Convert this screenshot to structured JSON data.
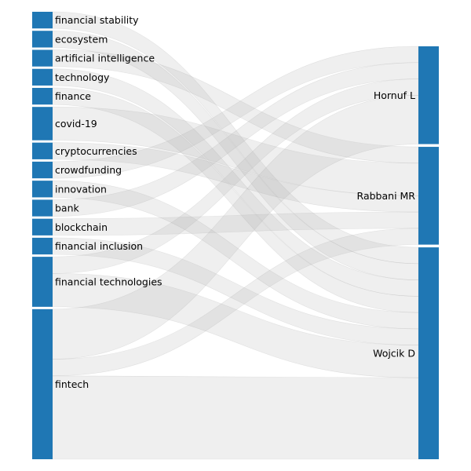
{
  "chart_data": {
    "type": "sankey",
    "node_color": "#1f77b4",
    "link_color": "#a9a9a9",
    "left_nodes": [
      {
        "label": "financial stability",
        "value": 1
      },
      {
        "label": "ecosystem",
        "value": 1
      },
      {
        "label": "artificial intelligence",
        "value": 1
      },
      {
        "label": "technology",
        "value": 1
      },
      {
        "label": "finance",
        "value": 1
      },
      {
        "label": "covid-19",
        "value": 2
      },
      {
        "label": "cryptocurrencies",
        "value": 1
      },
      {
        "label": "crowdfunding",
        "value": 1
      },
      {
        "label": "innovation",
        "value": 1
      },
      {
        "label": "bank",
        "value": 1
      },
      {
        "label": "blockchain",
        "value": 1
      },
      {
        "label": "financial inclusion",
        "value": 1
      },
      {
        "label": "financial technologies",
        "value": 3
      },
      {
        "label": "fintech",
        "value": 9
      }
    ],
    "right_nodes": [
      {
        "label": "Hornuf L",
        "value": 6
      },
      {
        "label": "Rabbani MR",
        "value": 6
      },
      {
        "label": "Wojcik D",
        "value": 13
      }
    ],
    "links": [
      {
        "source": "financial stability",
        "target": "Wojcik D",
        "value": 1
      },
      {
        "source": "ecosystem",
        "target": "Wojcik D",
        "value": 1
      },
      {
        "source": "artificial intelligence",
        "target": "Rabbani MR",
        "value": 1
      },
      {
        "source": "technology",
        "target": "Wojcik D",
        "value": 1
      },
      {
        "source": "finance",
        "target": "Wojcik D",
        "value": 1
      },
      {
        "source": "covid-19",
        "target": "Rabbani MR",
        "value": 2
      },
      {
        "source": "cryptocurrencies",
        "target": "Rabbani MR",
        "value": 1
      },
      {
        "source": "crowdfunding",
        "target": "Hornuf L",
        "value": 1
      },
      {
        "source": "innovation",
        "target": "Wojcik D",
        "value": 1
      },
      {
        "source": "bank",
        "target": "Hornuf L",
        "value": 1
      },
      {
        "source": "blockchain",
        "target": "Rabbani MR",
        "value": 1
      },
      {
        "source": "financial inclusion",
        "target": "Wojcik D",
        "value": 1
      },
      {
        "source": "financial technologies",
        "target": "Hornuf L",
        "value": 1
      },
      {
        "source": "financial technologies",
        "target": "Wojcik D",
        "value": 2
      },
      {
        "source": "fintech",
        "target": "Hornuf L",
        "value": 3
      },
      {
        "source": "fintech",
        "target": "Rabbani MR",
        "value": 1
      },
      {
        "source": "fintech",
        "target": "Wojcik D",
        "value": 5
      }
    ]
  }
}
